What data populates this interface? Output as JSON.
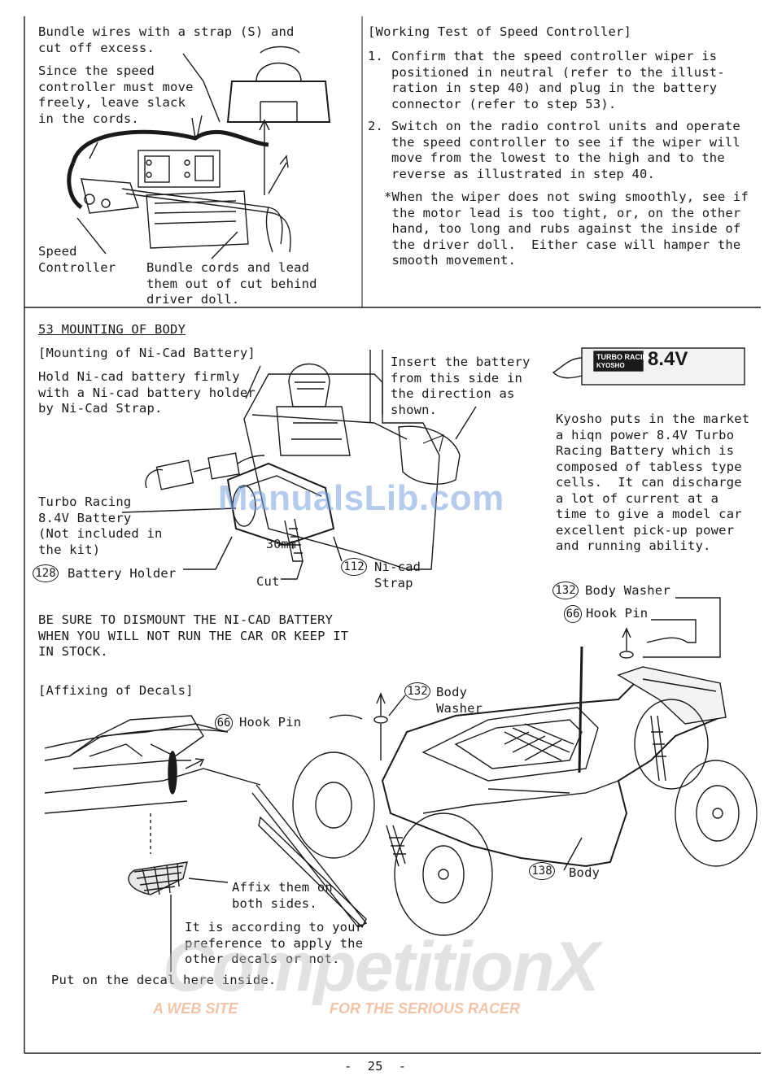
{
  "top_left": {
    "bundle_note": "Bundle wires with a strap (S) and\ncut off excess.",
    "slack_note": "Since the speed\ncontroller must move\nfreely, leave slack\nin the cords.",
    "speed_controller_label": "Speed\nController",
    "bundle_cords_note": "Bundle cords and lead\nthem out of cut behind\ndriver doll."
  },
  "working_test": {
    "heading": "[Working Test of Speed Controller]",
    "step1_num": "1.",
    "step1": "Confirm that the speed controller wiper is\npositioned in neutral (refer to the illust-\nration in step 40) and plug in the battery\nconnector (refer to step 53).",
    "step2_num": "2.",
    "step2": "Switch on the radio control units and operate\nthe speed controller to see if the wiper will\nmove from the lowest to the high and to the\nreverse as illustrated in step 40.",
    "note": "*When the wiper does not swing smoothly, see if\n the motor lead is too tight, or, on the other\n hand, too long and rubs against the inside of\n the driver doll.  Either case will hamper the\n smooth movement."
  },
  "section53": {
    "title": "53 MOUNTING OF BODY",
    "battery_heading": "[Mounting of Ni-Cad Battery]",
    "battery_instructions": "Hold Ni-cad battery firmly\nwith a Ni-cad battery holder\nby Ni-Cad Strap.",
    "insert_note": "Insert the battery\nfrom this side in\nthe direction as\nshown.",
    "battery_label_brand": "TURBO RACING",
    "battery_label_voltage": "8.4V",
    "battery_label_maker": "KYOSHO",
    "kyosho_note": "Kyosho puts in the market\na hiqn power 8.4V Turbo\nRacing Battery which is\ncomposed of tabless type\ncells.  It can discharge\na lot of current at a\ntime to give a model car\nexcellent pick-up power\nand running ability.",
    "turbo_label": "Turbo Racing\n8.4V Battery\n(Not included in\nthe kit)",
    "measure_label": "30mm",
    "holder_num": "128",
    "holder_label": "Battery Holder",
    "cut_label": "Cut",
    "strap_num": "112",
    "strap_label": "Ni-cad\nStrap",
    "warning": "BE SURE TO DISMOUNT THE NI-CAD BATTERY\nWHEN YOU WILL NOT RUN THE CAR OR KEEP IT\nIN STOCK.",
    "washer_num_right": "132",
    "washer_label_right": "Body Washer",
    "hookpin_num_right": "66",
    "hookpin_label_right": "Hook Pin",
    "decals_heading": "[Affixing of Decals]",
    "washer_num_left": "132",
    "washer_label_left": "Body\nWasher",
    "hookpin_num_left": "66",
    "hookpin_label_left": "Hook Pin",
    "body_num": "138",
    "body_label": "Body",
    "affix_note": "Affix them on\nboth sides.",
    "preference_note": "It is according to your\npreference to apply the\nother decals or not.",
    "put_on_note": "Put on the decal here inside."
  },
  "watermarks": {
    "manualslib": "ManualsLib.com",
    "competitionx": "CompetitionX",
    "competitionx_tagline_left": "A WEB SITE",
    "competitionx_tagline_right": "FOR THE SERIOUS RACER"
  },
  "page_number": "-  25  -"
}
